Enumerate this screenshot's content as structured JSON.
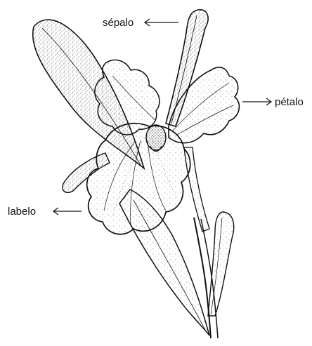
{
  "labels": {
    "sepal": "sépalo",
    "petal": "pétalo",
    "lip": "labelo"
  },
  "colors": {
    "ink": "#111111",
    "background": "#ffffff"
  }
}
